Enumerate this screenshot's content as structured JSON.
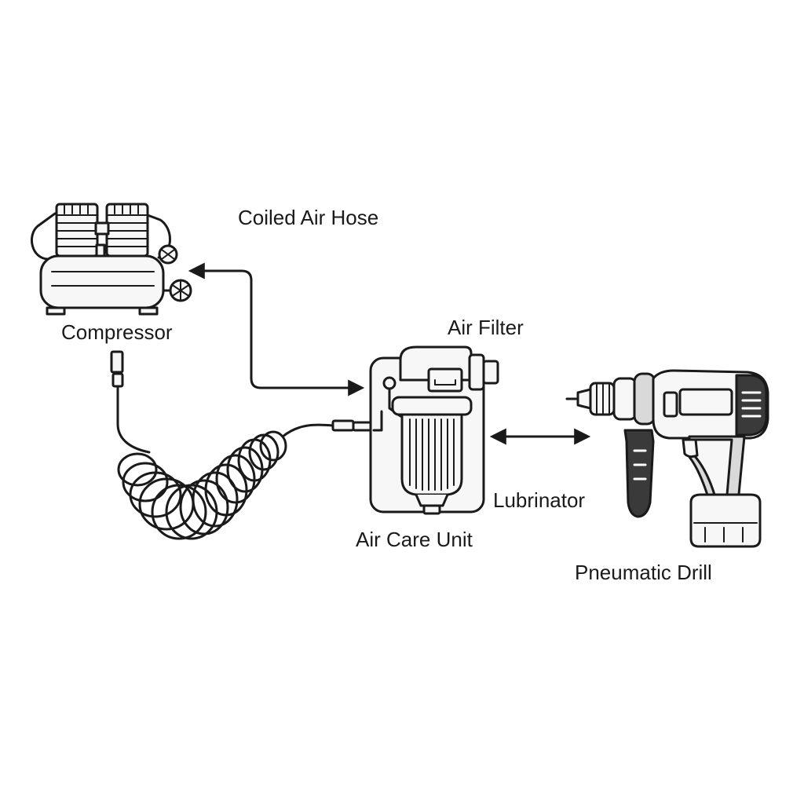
{
  "labels": {
    "compressor": "Compressor",
    "coiled_air_hose": "Coiled Air Hose",
    "air_filter": "Air Filter",
    "lubrinator": "Lubrinator",
    "air_care_unit": "Air Care Unit",
    "pneumatic_drill": "Pneumatic Drill"
  },
  "colors": {
    "ink": "#1a1a1a",
    "background": "#ffffff",
    "light_fill": "#f7f7f7",
    "mid_fill": "#d9d9d9",
    "dark_fill": "#3a3a3a"
  }
}
